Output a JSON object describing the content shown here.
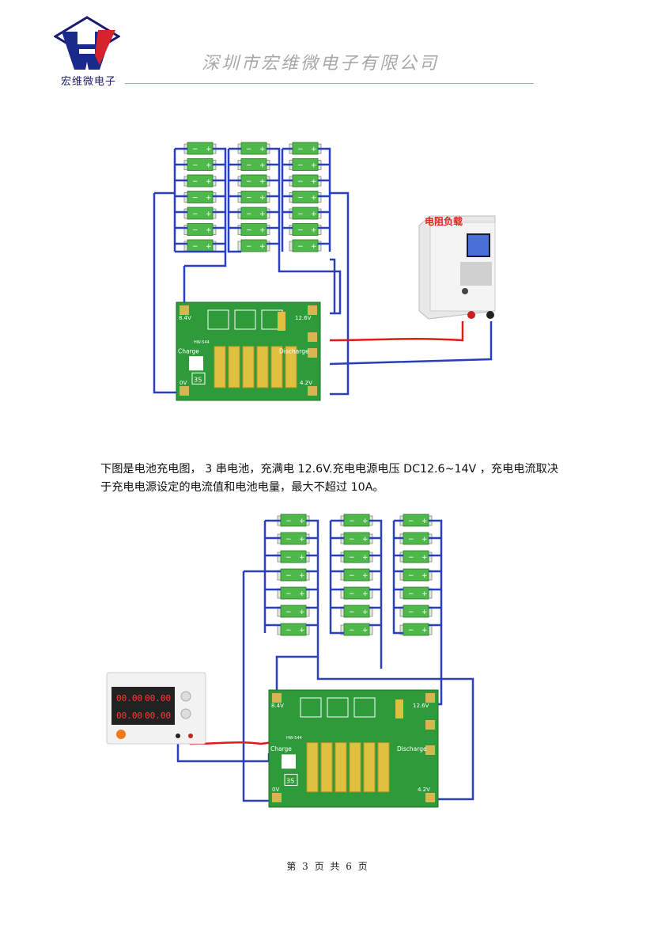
{
  "header": {
    "logo_letters": "HV",
    "logo_caption": "宏维微电子",
    "company_name": "深圳市宏维微电子有限公司"
  },
  "colors": {
    "wire_blue": "#2a3fbf",
    "wire_red": "#e01b1b",
    "pcb_green": "#2f9a3a",
    "cell_green": "#4fb84a",
    "pad_gold": "#d8b550",
    "load_red": "#e3241b",
    "header_line": "#7fb2d6"
  },
  "diagram_discharge": {
    "load_label": "电阻负载",
    "pcb": {
      "model": "HW-544",
      "label_84v": "8.4V",
      "label_126v": "12.6V",
      "label_charge": "Charge",
      "label_discharge": "Discharge",
      "label_0v": "0V",
      "label_42v": "4.2V",
      "label_3s": "3S"
    }
  },
  "paragraph": {
    "text": "下图是电池充电图， 3 串电池，充满电 12.6V.充电电源电压 DC12.6~14V ，充电电流取决于充电电源设定的电流值和电池电量，最大不超过 10A。"
  },
  "diagram_charge": {
    "pcb": {
      "model": "HW-544",
      "label_84v": "8.4V",
      "label_126v": "12.6V",
      "label_charge": "Charge",
      "label_discharge": "Discharge",
      "label_0v": "0V",
      "label_42v": "4.2V",
      "label_3s": "3S"
    },
    "psu_display": [
      "00.00",
      "00.00",
      "00.00",
      "00.00"
    ]
  },
  "footer": {
    "text": "第 3 页 共 6 页"
  }
}
